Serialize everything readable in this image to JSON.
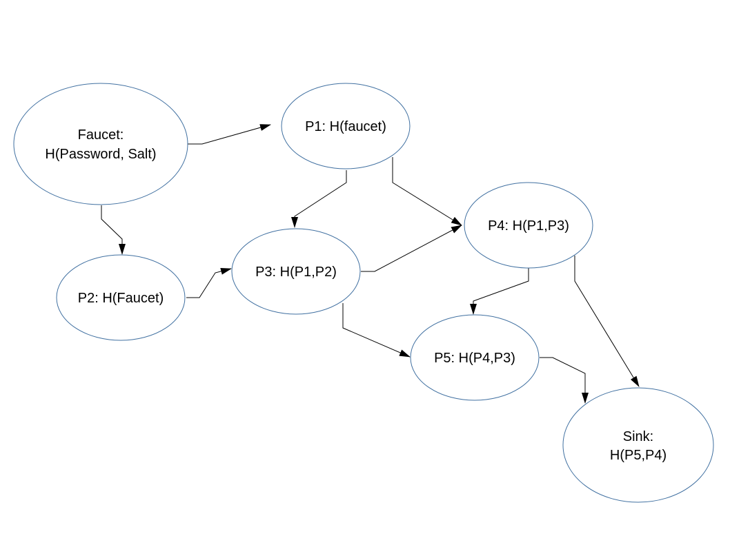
{
  "diagram": {
    "nodes": {
      "faucet": {
        "line1": "Faucet:",
        "line2": "H(Password, Salt)"
      },
      "p1": {
        "label": "P1: H(faucet)"
      },
      "p2": {
        "label": "P2: H(Faucet)"
      },
      "p3": {
        "label": "P3: H(P1,P2)"
      },
      "p4": {
        "label": "P4: H(P1,P3)"
      },
      "p5": {
        "label": "P5: H(P4,P3)"
      },
      "sink": {
        "line1": "Sink:",
        "line2": "H(P5,P4)"
      }
    },
    "edges": [
      {
        "from": "faucet",
        "to": "p1"
      },
      {
        "from": "faucet",
        "to": "p2"
      },
      {
        "from": "p1",
        "to": "p3"
      },
      {
        "from": "p1",
        "to": "p4"
      },
      {
        "from": "p2",
        "to": "p3"
      },
      {
        "from": "p3",
        "to": "p4"
      },
      {
        "from": "p3",
        "to": "p5"
      },
      {
        "from": "p4",
        "to": "p5"
      },
      {
        "from": "p4",
        "to": "sink"
      },
      {
        "from": "p5",
        "to": "sink"
      }
    ]
  }
}
